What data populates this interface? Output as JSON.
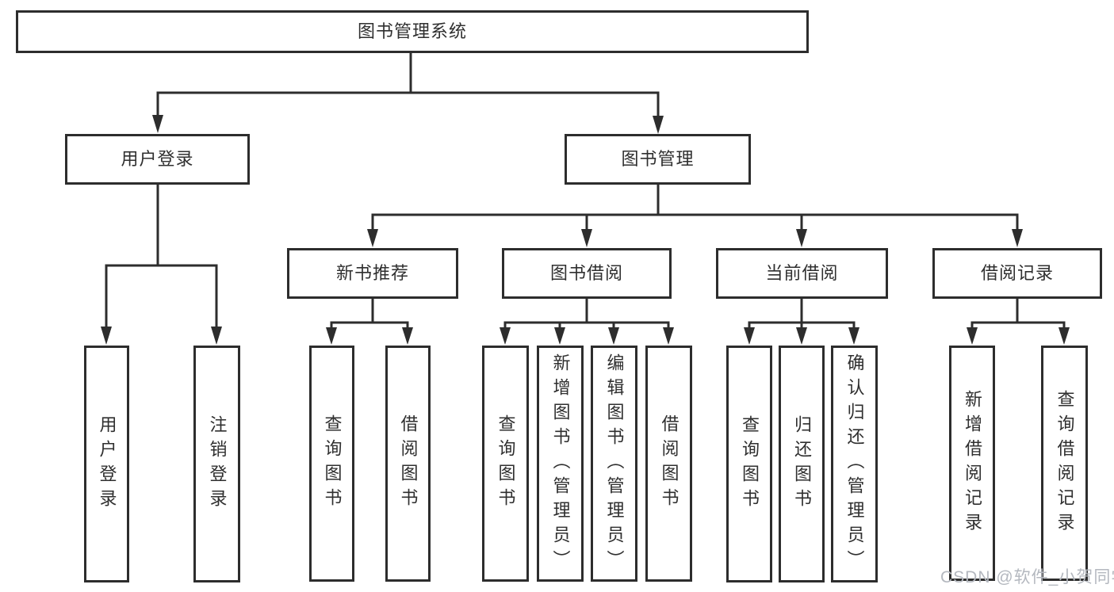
{
  "diagram_title": "图书管理系统",
  "nodes": {
    "root": "图书管理系统",
    "user_login_group": "用户登录",
    "book_mgmt_group": "图书管理",
    "new_book_rec": "新书推荐",
    "book_borrow": "图书借阅",
    "current_borrow": "当前借阅",
    "borrow_records": "借阅记录",
    "leaf_user_login": "用户登录",
    "leaf_logout": "注销登录",
    "leaf_query_book_1": "查询图书",
    "leaf_borrow_book_1": "借阅图书",
    "leaf_query_book_2": "查询图书",
    "leaf_add_book": "新增图书（管理员）",
    "leaf_edit_book": "编辑图书（管理员）",
    "leaf_borrow_book_2": "借阅图书",
    "leaf_query_book_3": "查询图书",
    "leaf_return_book": "归还图书",
    "leaf_confirm_return": "确认归还（管理员）",
    "leaf_add_borrow_record": "新增借阅记录",
    "leaf_query_borrow_record": "查询借阅记录"
  },
  "hierarchy": {
    "root": "图书管理系统",
    "children": [
      {
        "label": "用户登录",
        "children": [
          "用户登录",
          "注销登录"
        ]
      },
      {
        "label": "图书管理",
        "children": [
          {
            "label": "新书推荐",
            "children": [
              "查询图书",
              "借阅图书"
            ]
          },
          {
            "label": "图书借阅",
            "children": [
              "查询图书",
              "新增图书（管理员）",
              "编辑图书（管理员）",
              "借阅图书"
            ]
          },
          {
            "label": "当前借阅",
            "children": [
              "查询图书",
              "归还图书",
              "确认归还（管理员）"
            ]
          },
          {
            "label": "借阅记录",
            "children": [
              "新增借阅记录",
              "查询借阅记录"
            ]
          }
        ]
      }
    ]
  },
  "watermark": {
    "text": "CSDN @软件_小贺同学"
  },
  "colors": {
    "ink": "#2d2d2d",
    "text": "#2f2f2f",
    "background": "#ffffff",
    "watermark": "#b4b8bf"
  }
}
